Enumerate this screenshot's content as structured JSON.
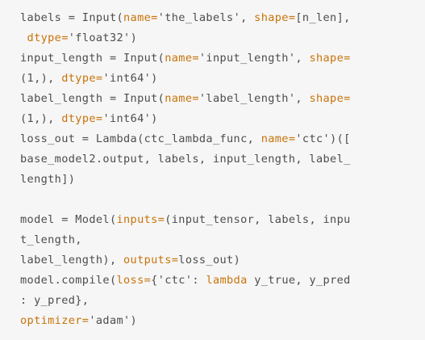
{
  "code_block": {
    "language": "python",
    "lines": [
      [
        {
          "t": "plain",
          "v": "labels = Input("
        },
        {
          "t": "kw",
          "v": "name="
        },
        {
          "t": "plain",
          "v": "'the_labels', "
        },
        {
          "t": "kw",
          "v": "shape="
        },
        {
          "t": "plain",
          "v": "[n_len],"
        }
      ],
      [
        {
          "t": "plain",
          "v": " "
        },
        {
          "t": "kw",
          "v": "dtype="
        },
        {
          "t": "plain",
          "v": "'float32')"
        }
      ],
      [
        {
          "t": "plain",
          "v": "input_length = Input("
        },
        {
          "t": "kw",
          "v": "name="
        },
        {
          "t": "plain",
          "v": "'input_length', "
        },
        {
          "t": "kw",
          "v": "shape="
        }
      ],
      [
        {
          "t": "plain",
          "v": "(1,), "
        },
        {
          "t": "kw",
          "v": "dtype="
        },
        {
          "t": "plain",
          "v": "'int64')"
        }
      ],
      [
        {
          "t": "plain",
          "v": "label_length = Input("
        },
        {
          "t": "kw",
          "v": "name="
        },
        {
          "t": "plain",
          "v": "'label_length', "
        },
        {
          "t": "kw",
          "v": "shape="
        }
      ],
      [
        {
          "t": "plain",
          "v": "(1,), "
        },
        {
          "t": "kw",
          "v": "dtype="
        },
        {
          "t": "plain",
          "v": "'int64')"
        }
      ],
      [
        {
          "t": "plain",
          "v": "loss_out = Lambda(ctc_lambda_func, "
        },
        {
          "t": "kw",
          "v": "name="
        },
        {
          "t": "plain",
          "v": "'ctc')(["
        }
      ],
      [
        {
          "t": "plain",
          "v": "base_model2.output, labels, input_length, label_"
        }
      ],
      [
        {
          "t": "plain",
          "v": "length])"
        }
      ],
      [
        {
          "t": "plain",
          "v": ""
        }
      ],
      [
        {
          "t": "plain",
          "v": "model = Model("
        },
        {
          "t": "kw",
          "v": "inputs="
        },
        {
          "t": "plain",
          "v": "(input_tensor, labels, inpu"
        }
      ],
      [
        {
          "t": "plain",
          "v": "t_length,"
        }
      ],
      [
        {
          "t": "plain",
          "v": "label_length), "
        },
        {
          "t": "kw",
          "v": "outputs="
        },
        {
          "t": "plain",
          "v": "loss_out)"
        }
      ],
      [
        {
          "t": "plain",
          "v": "model.compile("
        },
        {
          "t": "kw",
          "v": "loss="
        },
        {
          "t": "plain",
          "v": "{'ctc': "
        },
        {
          "t": "kw",
          "v": "lambda"
        },
        {
          "t": "plain",
          "v": " y_true, y_pred"
        }
      ],
      [
        {
          "t": "plain",
          "v": ": y_pred},"
        }
      ],
      [
        {
          "t": "kw",
          "v": "optimizer="
        },
        {
          "t": "plain",
          "v": "'adam')"
        }
      ]
    ]
  },
  "colors": {
    "background": "#f6f6f6",
    "text": "#4d4d4c",
    "keyword": "#c8730a"
  }
}
